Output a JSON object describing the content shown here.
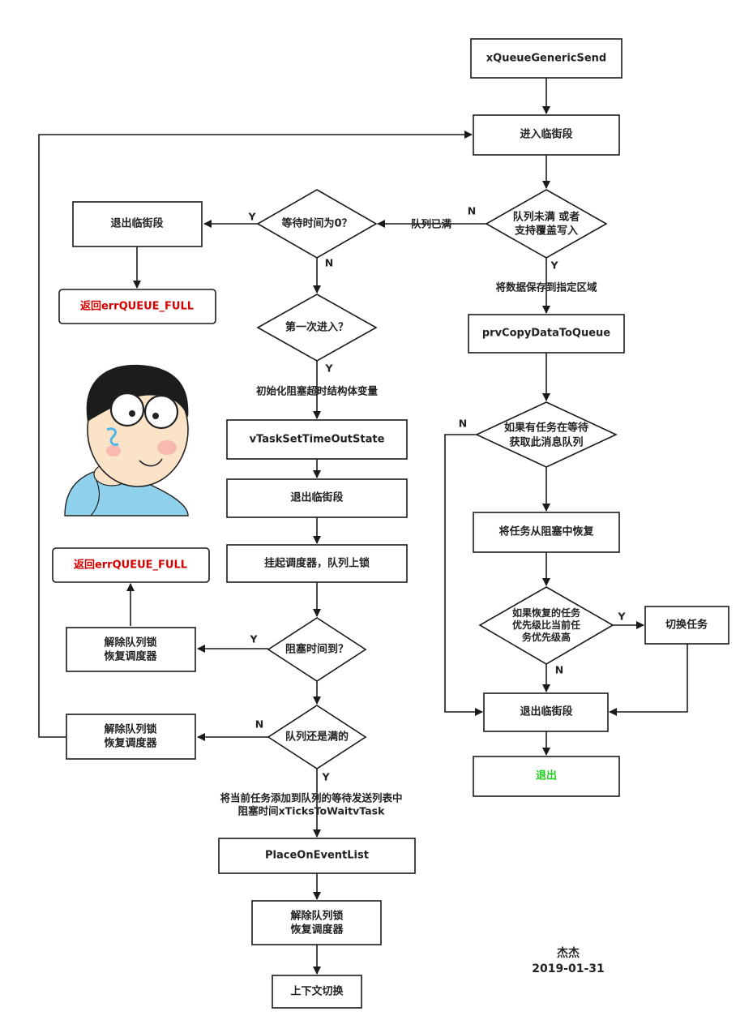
{
  "nodes": {
    "send": "xQueueGenericSend",
    "enter_critical": "进入临街段",
    "queue_not_full_1": "队列未满 或者",
    "queue_not_full_2": "支持覆盖写入",
    "wait_zero": "等待时间为0？",
    "exit_critical_a": "退出临街段",
    "return_full_a": "返回errQUEUE_FULL",
    "first_enter": "第一次进入？",
    "set_timeout": "vTaskSetTimeOutState",
    "exit_critical_b": "退出临街段",
    "suspend_lock": "挂起调度器，队列上锁",
    "return_full_b": "返回errQUEUE_FULL",
    "unlock_a_1": "解除队列锁",
    "unlock_a_2": "恢复调度器",
    "block_timeout": "阻塞时间到？",
    "unlock_b_1": "解除队列锁",
    "unlock_b_2": "恢复调度器",
    "still_full": "队列还是满的",
    "place_on_event": "PlaceOnEventList",
    "unlock_c_1": "解除队列锁",
    "unlock_c_2": "恢复调度器",
    "context_switch": "上下文切换",
    "copy_data": "prvCopyDataToQueue",
    "task_waiting_1": "如果有任务在等待",
    "task_waiting_2": "获取此消息队列",
    "resume_task": "将任务从阻塞中恢复",
    "higher_prio_1": "如果恢复的任务",
    "higher_prio_2": "优先级比当前任",
    "higher_prio_3": "务优先级高",
    "switch_task": "切换任务",
    "exit_critical_c": "退出临街段",
    "exit": "退出"
  },
  "labels": {
    "n_right": "N",
    "y_right": "Y",
    "queue_full": "队列已满",
    "y_wait": "Y",
    "n_wait": "N",
    "y_first": "Y",
    "init_block": "初始化阻塞超时结构体变量",
    "save_data": "将数据保存到指定区域",
    "n_waiting": "N",
    "y_prio": "Y",
    "n_prio": "N",
    "y_block": "Y",
    "n_still": "N",
    "y_still": "Y",
    "add_list_1": "将当前任务添加到队列的等待发送列表中",
    "add_list_2": "阻塞时间xTicksToWaitvTask"
  },
  "author": {
    "name": "杰杰",
    "date": "2019-01-31"
  },
  "colors": {
    "return_text": "#d40000",
    "exit_text": "#22cc22",
    "stroke": "#1a1a1a"
  },
  "illustration": "nobita-cartoon"
}
